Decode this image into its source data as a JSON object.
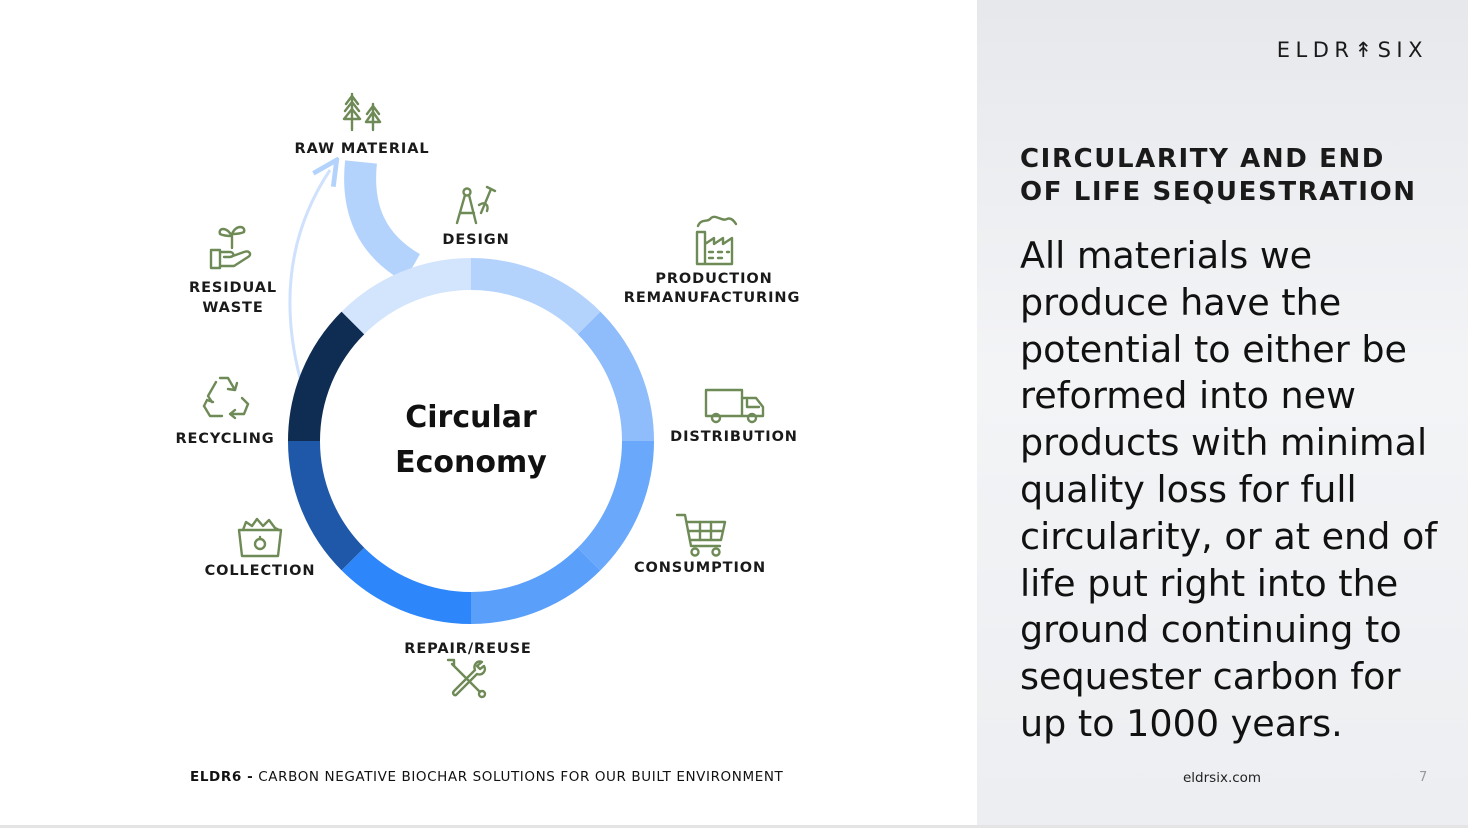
{
  "slide": {
    "logo": "ELDR↟SIX",
    "heading": "CIRCULARITY AND END\nOF LIFE SEQUESTRATION",
    "body": "All materials we produce have the potential to either be reformed into new products with minimal quality loss for full circularity, or at end of life put right into the ground continuing to sequester carbon for up to 1000 years.",
    "footer_brand": "ELDR6 -",
    "footer_tagline": "CARBON NEGATIVE BIOCHAR SOLUTIONS FOR OUR BUILT ENVIRONMENT",
    "website": "eldrsix.com",
    "page_number": "7"
  },
  "diagram": {
    "center_line1": "Circular",
    "center_line2": "Economy",
    "stages": [
      {
        "label": "RAW MATERIAL",
        "icon": "trees-icon"
      },
      {
        "label": "DESIGN",
        "icon": "compass-icon"
      },
      {
        "label_line1": "PRODUCTION",
        "label_line2": "REMANUFACTURING",
        "icon": "factory-icon"
      },
      {
        "label": "DISTRIBUTION",
        "icon": "truck-icon"
      },
      {
        "label": "CONSUMPTION",
        "icon": "shopping-cart-icon"
      },
      {
        "label": "REPAIR/REUSE",
        "icon": "wrench-screwdriver-icon"
      },
      {
        "label": "COLLECTION",
        "icon": "collection-bin-icon"
      },
      {
        "label": "RECYCLING",
        "icon": "recycle-icon"
      },
      {
        "label_line1": "RESIDUAL",
        "label_line2": "WASTE",
        "icon": "hand-plant-icon"
      }
    ],
    "ring_colors": [
      "#b3d3fd",
      "#8fbdfb",
      "#6aa8fb",
      "#5aa0fb",
      "#2e86fb",
      "#1f58a8",
      "#0f2c52",
      "#d3e4fd"
    ],
    "icon_color": "#6e8a56"
  }
}
